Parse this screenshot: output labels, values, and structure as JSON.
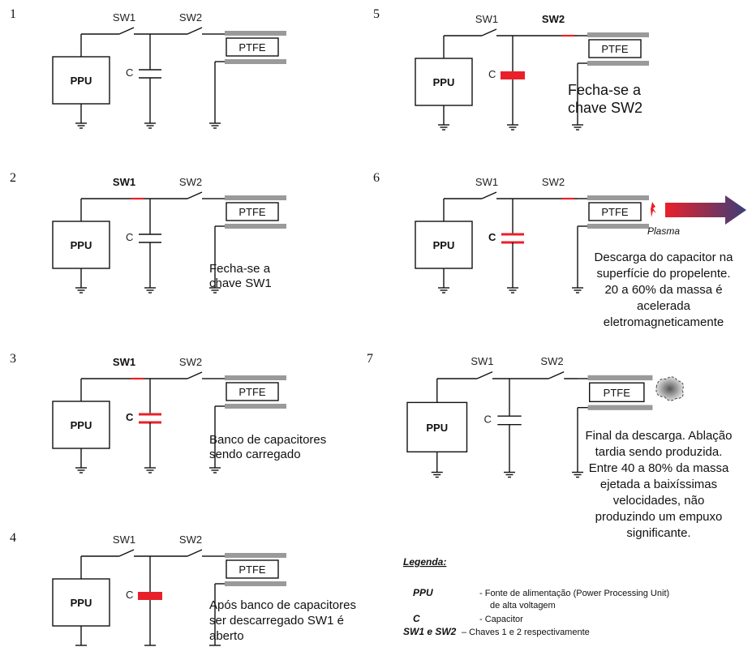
{
  "labels": {
    "ppu": "PPU",
    "c": "C",
    "sw1": "SW1",
    "sw2": "SW2",
    "ptfe": "PTFE",
    "plasma": "Plasma"
  },
  "steps": [
    {
      "number": "1",
      "note": []
    },
    {
      "number": "2",
      "note": [
        "Fecha-se a",
        "chave SW1"
      ]
    },
    {
      "number": "3",
      "note": [
        "Banco de capacitores",
        "sendo carregado"
      ]
    },
    {
      "number": "4",
      "note": [
        "Após banco de capacitores",
        "ser descarregado SW1 é",
        "aberto"
      ]
    },
    {
      "number": "5",
      "note": [
        "Fecha-se a",
        "chave SW2"
      ]
    },
    {
      "number": "6",
      "note": [
        "Descarga do capacitor na",
        "superfície do propelente.",
        "20 a 60% da massa é",
        "acelerada",
        "eletromagneticamente"
      ]
    },
    {
      "number": "7",
      "note": [
        "Final da descarga. Ablação",
        "tardia sendo produzida.",
        "Entre 40  a 80% da massa",
        "ejetada a baixíssimas",
        "velocidades, não",
        "produzindo um empuxo",
        "significante."
      ]
    }
  ],
  "legend": {
    "title": "Legenda:",
    "ppu_key": "PPU",
    "ppu_desc_1": "-   Fonte de alimentação (Power Processing Unit)",
    "ppu_desc_2": "de alta voltagem",
    "c_key": "C",
    "c_desc": "-   Capacitor",
    "sw_key": "SW1 e SW2",
    "sw_desc": "– Chaves 1 e 2 respectivamente"
  },
  "colors": {
    "line": "#111111",
    "highlight": "#e8202a",
    "tube": "#9a9a9a",
    "arrow_start": "#e8202a",
    "arrow_end": "#3b3f78"
  }
}
